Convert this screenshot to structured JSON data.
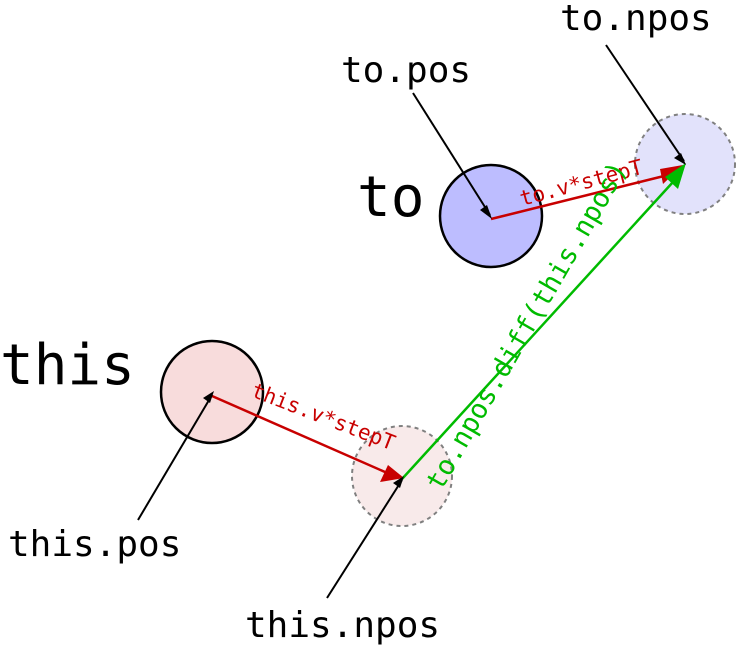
{
  "labels": {
    "to": "to",
    "this": "this",
    "to_pos": "to.pos",
    "to_npos": "to.npos",
    "this_pos": "this.pos",
    "this_npos": "this.npos",
    "to_velocity": "to.v*stepT",
    "this_velocity": "this.v*stepT",
    "diff": "to.npos.diff(this.npos)"
  },
  "colors": {
    "to_circle_fill": "#bdbdff",
    "to_npos_circle_fill": "#e2e2fb",
    "this_circle_fill": "#f8dcdc",
    "this_npos_circle_fill": "#f8eaea",
    "velocity_arrow": "#c80000",
    "diff_arrow": "#00bb00",
    "annotation_arrow": "#000000",
    "dashed_outline": "#808080"
  }
}
